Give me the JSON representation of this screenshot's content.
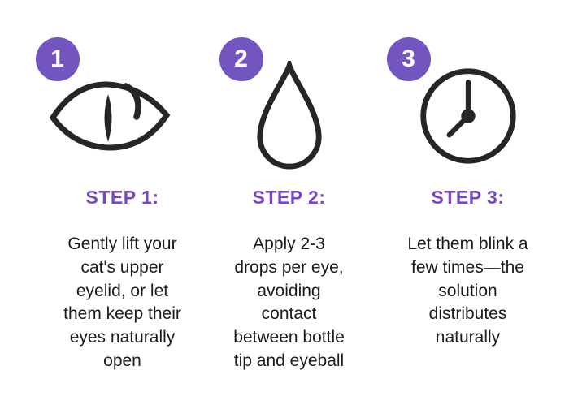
{
  "page": {
    "background": "#ffffff"
  },
  "colors": {
    "badge_purple": "#7355BF",
    "label_purple": "#7847C9",
    "body_text": "#1B1B1B",
    "icon_stroke": "#262626"
  },
  "steps": [
    {
      "number": "1",
      "label": "STEP 1:",
      "description": "Gently lift your cat's upper eyelid, or let them keep their eyes naturally open",
      "icon": "cat-eye-icon"
    },
    {
      "number": "2",
      "label": "STEP 2:",
      "description": "Apply 2-3 drops per eye, avoiding contact between bottle tip and eyeball",
      "icon": "water-drop-icon"
    },
    {
      "number": "3",
      "label": "STEP 3:",
      "description": "Let them blink a few times—the solution distributes naturally",
      "icon": "clock-icon"
    }
  ]
}
